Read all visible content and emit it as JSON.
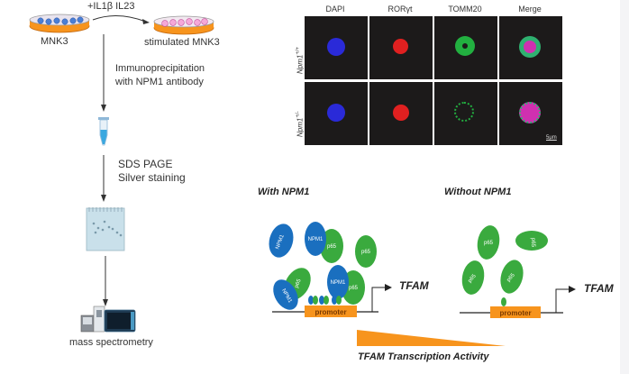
{
  "workflow": {
    "cell_start": "MNK3",
    "stimulus": "+IL1β IL23",
    "cell_stimulated": "stimulated MNK3",
    "step1_line1": "Immunoprecipitation",
    "step1_line2": "with NPM1 antibody",
    "step2_line1": "SDS PAGE",
    "step2_line2": "Silver staining",
    "final_step": "mass spectrometry"
  },
  "microscopy": {
    "columns": [
      "DAPI",
      "RORγt",
      "TOMM20",
      "Merge"
    ],
    "rows": [
      {
        "label_base": "Npm1",
        "label_sup": "+/+"
      },
      {
        "label_base": "Npm1",
        "label_sup": "+/-"
      }
    ],
    "scale_bar": "5μm",
    "colors": {
      "dapi": "#2a2ad8",
      "roryt": "#e02020",
      "tomm20": "#22b040",
      "merge": "#d030b0"
    }
  },
  "model": {
    "with": {
      "title": "With NPM1",
      "promoter": "promoter",
      "gene": "TFAM",
      "proteins": {
        "npm1": "NPM1",
        "p65": "p65"
      }
    },
    "without": {
      "title": "Without NPM1",
      "promoter": "promoter",
      "gene": "TFAM",
      "proteins": {
        "p65": "p65"
      }
    },
    "activity_label": "TFAM Transcription Activity",
    "colors": {
      "npm1": "#1a6fbf",
      "p65": "#3aaa3e",
      "promoter": "#f7941d",
      "wedge": "#f7941d"
    }
  }
}
